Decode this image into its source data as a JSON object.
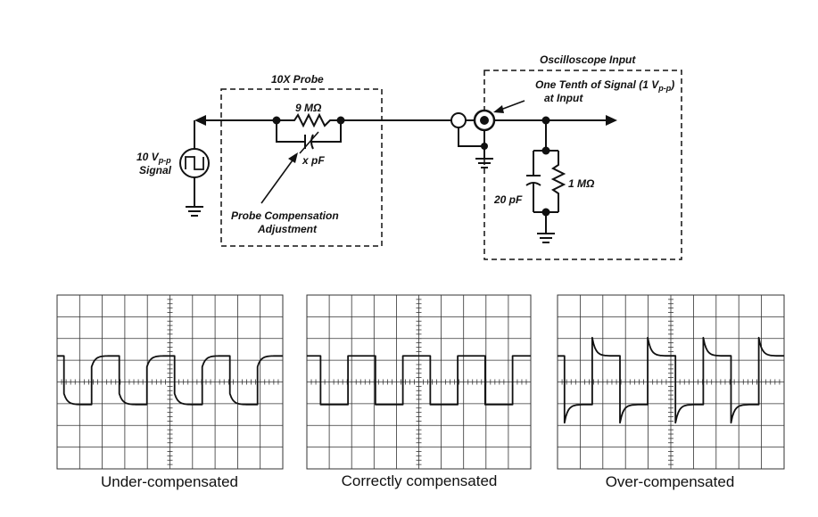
{
  "probe_box": {
    "title": "10X Probe"
  },
  "scope_box": {
    "title": "Oscilloscope Input"
  },
  "labels": {
    "source_line1": "10 V",
    "source_sub": "p-p",
    "source_line2": "Signal",
    "resistor_9m": "9 MΩ",
    "cap_x": "x pF",
    "adjust_line1": "Probe Compensation",
    "adjust_line2": "Adjustment",
    "input_line1": "One Tenth of Signal (1 V",
    "input_sub": "p-p",
    "input_close": ")",
    "input_line2": "at Input",
    "resistor_1m": "1 MΩ",
    "cap_20p": "20 pF"
  },
  "panels": [
    {
      "caption": "Under-compensated",
      "mode": "under"
    },
    {
      "caption": "Correctly compensated",
      "mode": "correct"
    },
    {
      "caption": "Over-compensated",
      "mode": "over"
    }
  ]
}
